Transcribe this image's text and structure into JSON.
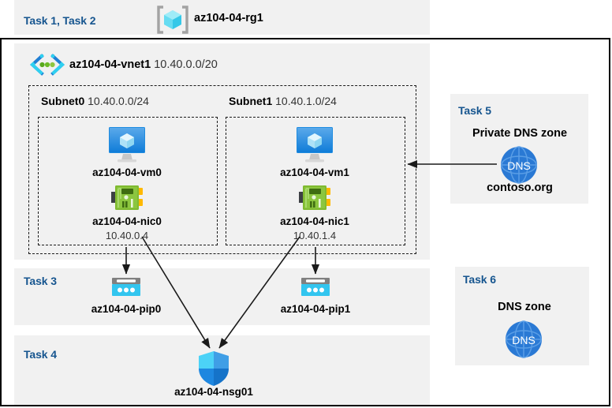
{
  "diagram": {
    "title": "Azure AZ-104-04 lab architecture diagram",
    "colors": {
      "task_label": "#16558f",
      "panel_bg": "#f1f1f1",
      "canvas_bg": "#ffffff",
      "border": "#000000",
      "nic_green": "#7ab52b",
      "pip_cyan": "#32c5ef",
      "dns_blue": "#2a79d4",
      "vm_blue": "#2e8ae6",
      "nsg_blue": "#1e9bf0"
    },
    "header": {
      "task_label": "Task 1, Task 2",
      "resource_group_icon": "resource-group-icon",
      "resource_group_name": "az104-04-rg1"
    },
    "vnet": {
      "icon": "virtual-network-icon",
      "name": "az104-04-vnet1",
      "address_space": "10.40.0.0/20"
    },
    "subnets": [
      {
        "name": "Subnet0",
        "cidr": "10.40.0.0/24",
        "vm": {
          "icon": "virtual-machine-icon",
          "name": "az104-04-vm0"
        },
        "nic": {
          "icon": "network-interface-icon",
          "name": "az104-04-nic0",
          "ip": "10.40.0.4"
        }
      },
      {
        "name": "Subnet1",
        "cidr": "10.40.1.0/24",
        "vm": {
          "icon": "virtual-machine-icon",
          "name": "az104-04-vm1"
        },
        "nic": {
          "icon": "network-interface-icon",
          "name": "az104-04-nic1",
          "ip": "10.40.1.4"
        }
      }
    ],
    "task3": {
      "task_label": "Task 3",
      "public_ips": [
        {
          "icon": "public-ip-address-icon",
          "name": "az104-04-pip0"
        },
        {
          "icon": "public-ip-address-icon",
          "name": "az104-04-pip1"
        }
      ]
    },
    "task4": {
      "task_label": "Task 4",
      "nsg": {
        "icon": "network-security-group-icon",
        "name": "az104-04-nsg01"
      }
    },
    "task5": {
      "task_label": "Task 5",
      "heading": "Private DNS zone",
      "icon": "dns-zone-icon",
      "icon_text": "DNS",
      "zone_name": "contoso.org"
    },
    "task6": {
      "task_label": "Task 6",
      "heading": "DNS zone",
      "icon": "dns-zone-icon",
      "icon_text": "DNS"
    }
  }
}
